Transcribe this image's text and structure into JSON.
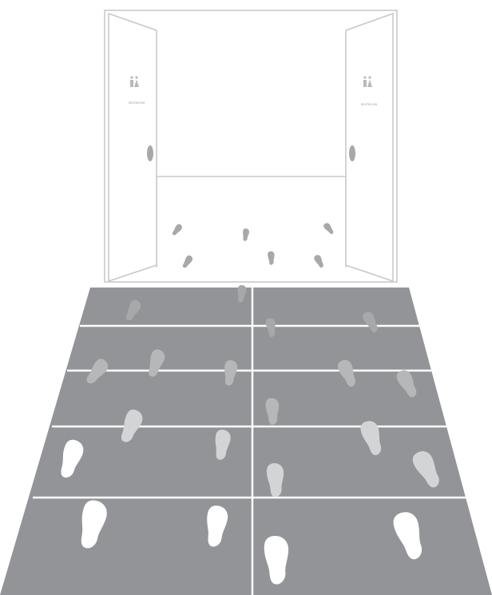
{
  "colors": {
    "background": "#ffffff",
    "floor": "#939497",
    "floor_lines": "#ffffff",
    "room_outline": "#c8c9cb",
    "door_knob": "#a7a8aa",
    "door_sign": "#b9babc",
    "footprint_far": "#a7a8aa",
    "footprint_mid": "#c4c5c7",
    "footprint_near": "#e3e3e4",
    "footprint_front": "#ffffff"
  },
  "illustration": {
    "subject": "footprints-leading-through-double-doors",
    "left_door_label": "RESTROOM",
    "right_door_label": "RESTROOM",
    "left_door_icon": "restroom-sign-icon",
    "right_door_icon": "restroom-sign-icon",
    "footprint_icon": "footprint-icon"
  }
}
